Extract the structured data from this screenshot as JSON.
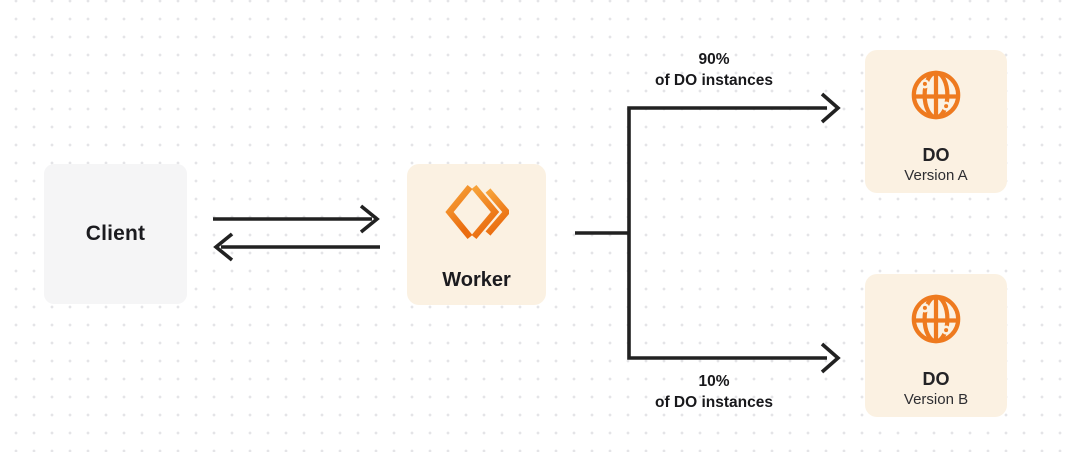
{
  "diagram": {
    "client": {
      "label": "Client"
    },
    "worker": {
      "label": "Worker"
    },
    "do_a": {
      "title": "DO",
      "subtitle": "Version A"
    },
    "do_b": {
      "title": "DO",
      "subtitle": "Version B"
    },
    "branch_top": {
      "percent": "90%",
      "caption": "of DO instances"
    },
    "branch_bottom": {
      "percent": "10%",
      "caption": "of DO instances"
    },
    "colors": {
      "accent_orange": "#F6821F",
      "orange_gradient_start": "#F7A43B",
      "orange_gradient_end": "#EA6C0F",
      "cream_box": "#FBF1E2",
      "gray_box": "#F5F5F6",
      "connector_dark": "#212121",
      "dot_grid": "#E4E4E7"
    },
    "icons": {
      "worker_icon": "workers-chevron-icon",
      "do_icon": "globe-icon"
    }
  }
}
